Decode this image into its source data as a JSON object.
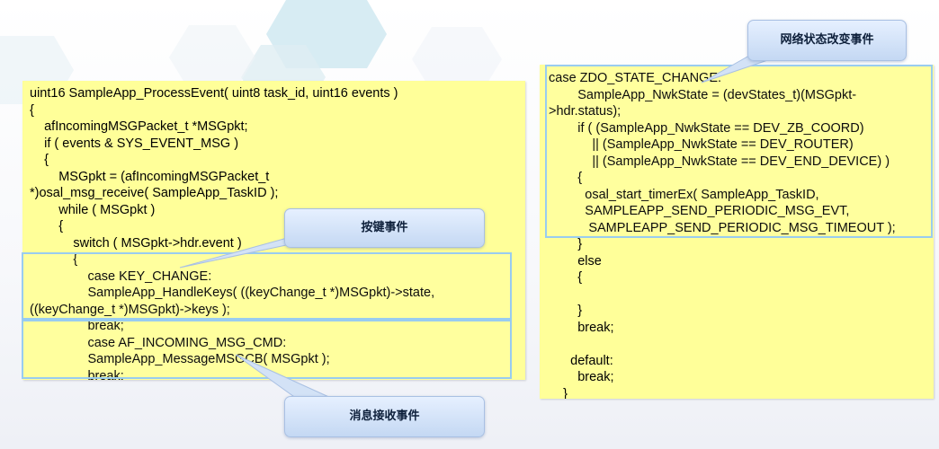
{
  "accent_colors": {
    "code_background": "#ffff99",
    "highlight_border": "#99ccf0",
    "callout_fill": "#d6e4f8"
  },
  "callouts": {
    "key_event": "按键事件",
    "message_receive_event": "消息接收事件",
    "network_state_change_event": "网络状态改变事件"
  },
  "left_code": [
    "uint16 SampleApp_ProcessEvent( uint8 task_id, uint16 events )",
    "{",
    "    afIncomingMSGPacket_t *MSGpkt;",
    "    if ( events & SYS_EVENT_MSG )",
    "    {",
    "        MSGpkt = (afIncomingMSGPacket_t",
    "*)osal_msg_receive( SampleApp_TaskID );",
    "        while ( MSGpkt )",
    "        {",
    "            switch ( MSGpkt->hdr.event )",
    "            {",
    "                case KEY_CHANGE:",
    "                SampleApp_HandleKeys( ((keyChange_t *)MSGpkt)->state,",
    "((keyChange_t *)MSGpkt)->keys );",
    "                break;",
    "                case AF_INCOMING_MSG_CMD:",
    "                SampleApp_MessageMSGCB( MSGpkt );",
    "                break;"
  ],
  "right_code": [
    "case ZDO_STATE_CHANGE:",
    "        SampleApp_NwkState = (devStates_t)(MSGpkt-",
    ">hdr.status);",
    "        if ( (SampleApp_NwkState == DEV_ZB_COORD)",
    "            || (SampleApp_NwkState == DEV_ROUTER)",
    "            || (SampleApp_NwkState == DEV_END_DEVICE) )",
    "        {",
    "          osal_start_timerEx( SampleApp_TaskID,",
    "          SAMPLEAPP_SEND_PERIODIC_MSG_EVT,",
    "           SAMPLEAPP_SEND_PERIODIC_MSG_TIMEOUT );",
    "        }",
    "        else",
    "        {",
    "",
    "        }",
    "        break;",
    "",
    "      default:",
    "        break;",
    "    }"
  ]
}
